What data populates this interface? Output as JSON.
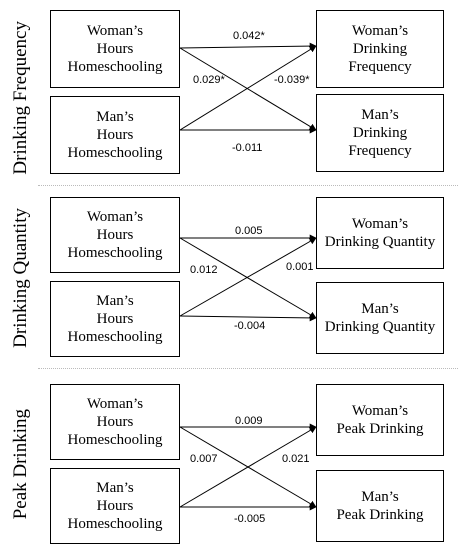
{
  "panels": [
    {
      "label": "Drinking Frequency",
      "woman_predictor": [
        "Woman’s",
        "Hours",
        "Homeschooling"
      ],
      "man_predictor": [
        "Man’s",
        "Hours",
        "Homeschooling"
      ],
      "woman_outcome": [
        "Woman’s",
        "Drinking",
        "Frequency"
      ],
      "man_outcome": [
        "Man’s",
        "Drinking",
        "Frequency"
      ],
      "paths": {
        "woman_to_woman": "0.042*",
        "woman_to_man": "0.029*",
        "man_to_woman": "-0.039*",
        "man_to_man": "-0.011"
      }
    },
    {
      "label": "Drinking Quantity",
      "woman_predictor": [
        "Woman’s",
        "Hours",
        "Homeschooling"
      ],
      "man_predictor": [
        "Man’s",
        "Hours",
        "Homeschooling"
      ],
      "woman_outcome": [
        "Woman’s",
        "Drinking Quantity"
      ],
      "man_outcome": [
        "Man’s",
        "Drinking Quantity"
      ],
      "paths": {
        "woman_to_woman": "0.005",
        "woman_to_man": "0.012",
        "man_to_woman": "0.001",
        "man_to_man": "-0.004"
      }
    },
    {
      "label": "Peak Drinking",
      "woman_predictor": [
        "Woman’s",
        "Hours",
        "Homeschooling"
      ],
      "man_predictor": [
        "Man’s",
        "Hours",
        "Homeschooling"
      ],
      "woman_outcome": [
        "Woman’s",
        "Peak Drinking"
      ],
      "man_outcome": [
        "Man’s",
        "Peak Drinking"
      ],
      "paths": {
        "woman_to_woman": "0.009",
        "woman_to_man": "0.007",
        "man_to_woman": "0.021",
        "man_to_man": "-0.005"
      }
    }
  ]
}
